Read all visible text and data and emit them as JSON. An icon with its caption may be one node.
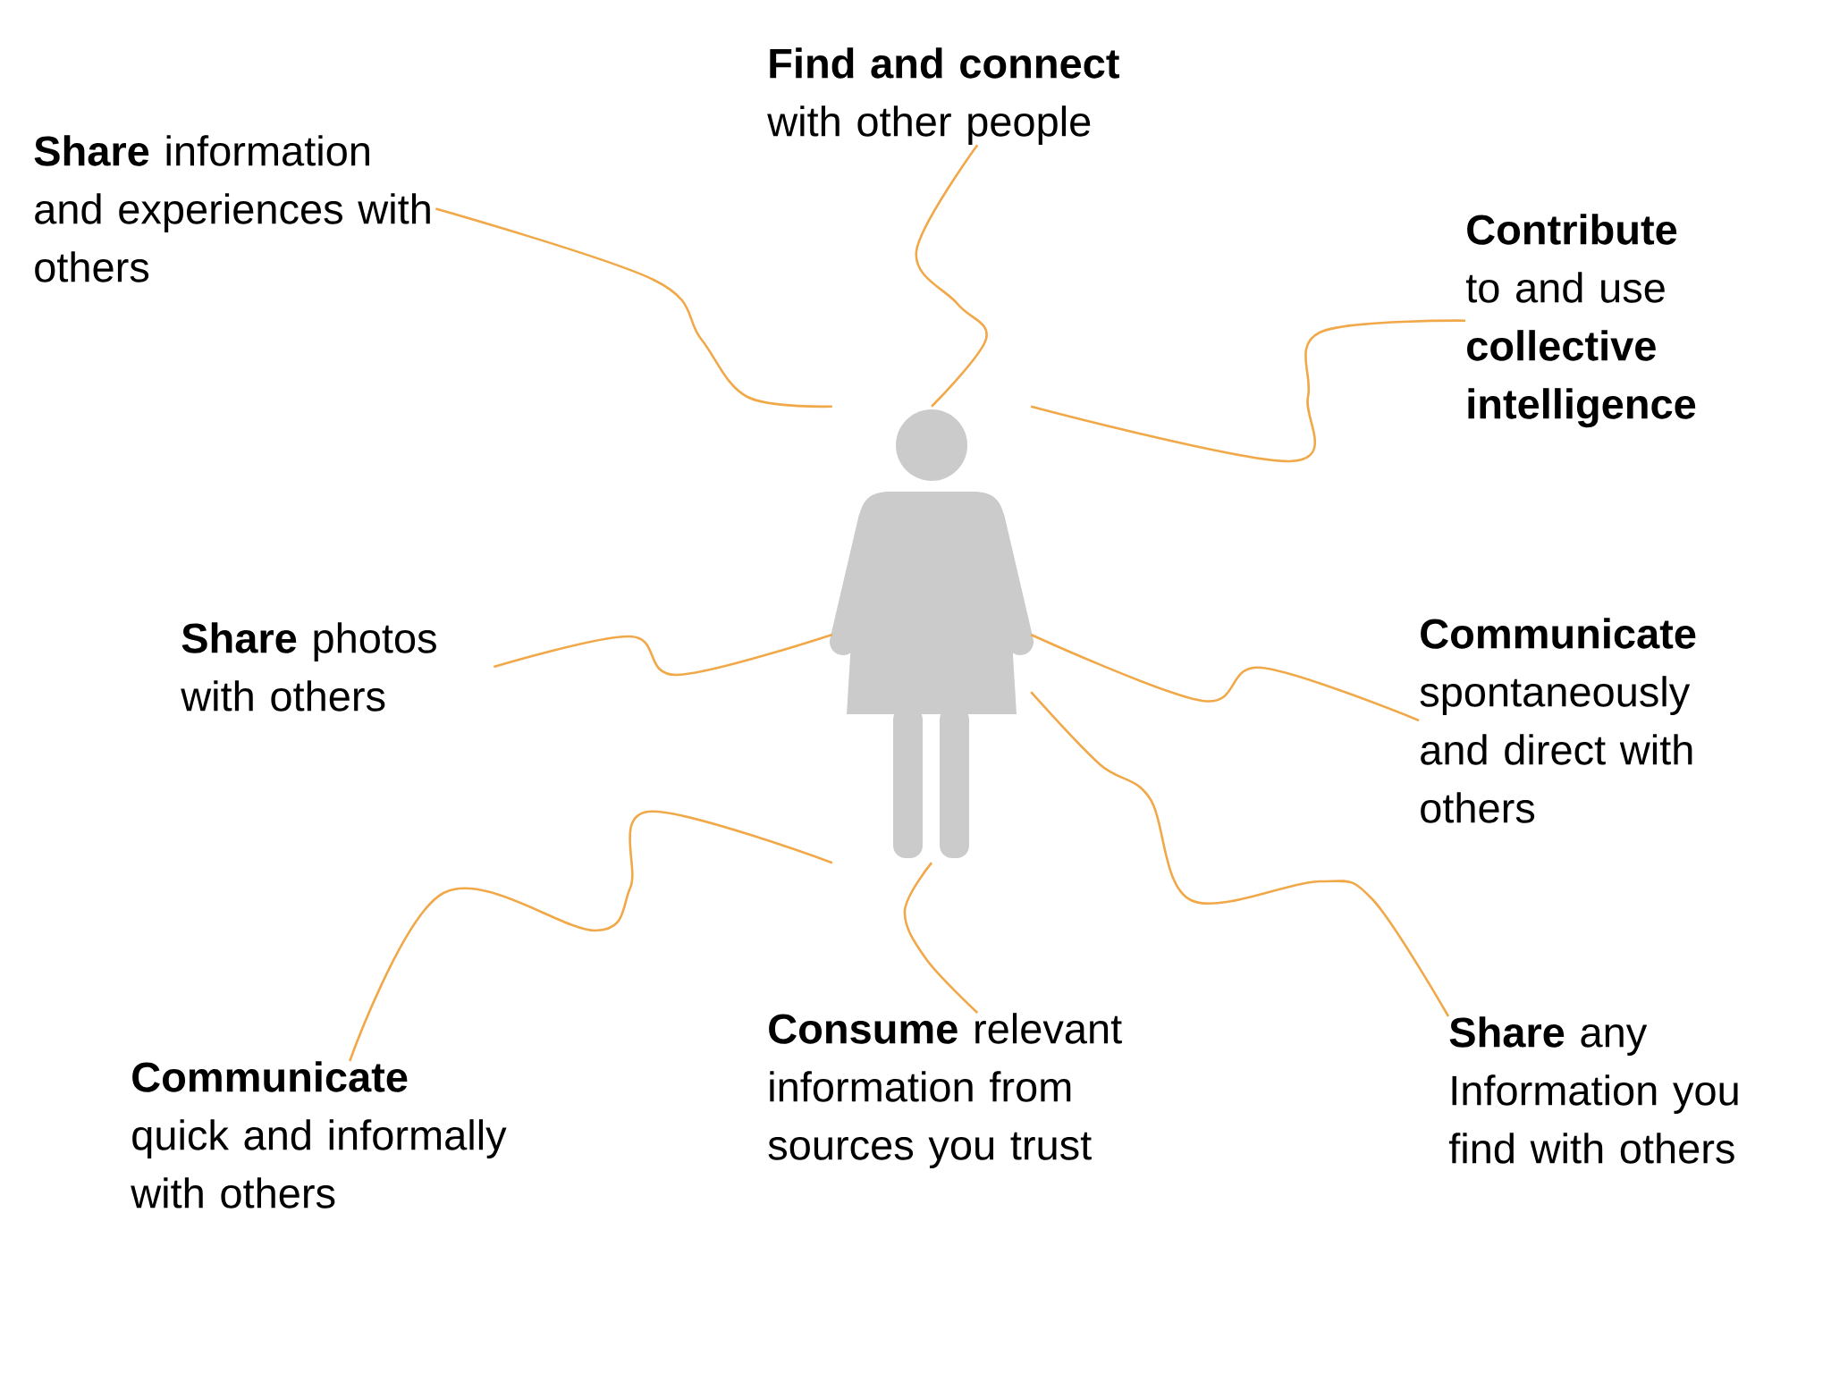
{
  "diagram": {
    "nodes": [
      {
        "text": [],
        "shape": "person"
      },
      {
        "text": [
          "**Share** information and experiences with others"
        ]
      },
      {
        "text": [
          "**Find and connect** with other people"
        ]
      },
      {
        "text": [
          "**Contribute** to and use **collective intelligence**"
        ]
      },
      {
        "text": [
          "**Share** photos with others"
        ]
      },
      {
        "text": [
          "Communicate",
          "spontaneously and direct with others"
        ]
      },
      {
        "text": [
          "Communicate",
          "quick and informally with others"
        ]
      },
      {
        "text": [
          "**Consume** relevant information from sources you trust"
        ]
      },
      {
        "text": [
          "**Share** any Information you find with others"
        ]
      }
    ],
    "edges": [
      {
        "from": 1,
        "to": 0,
        "arrow": "none"
      },
      {
        "from": 2,
        "to": 0,
        "arrow": "none"
      },
      {
        "from": 3,
        "to": 0,
        "arrow": "none"
      },
      {
        "from": 4,
        "to": 0,
        "arrow": "none"
      },
      {
        "from": 5,
        "to": 0,
        "arrow": "none"
      },
      {
        "from": 6,
        "to": 0,
        "arrow": "none"
      },
      {
        "from": 7,
        "to": 0,
        "arrow": "none"
      },
      {
        "from": 8,
        "to": 0,
        "arrow": "none"
      }
    ]
  }
}
